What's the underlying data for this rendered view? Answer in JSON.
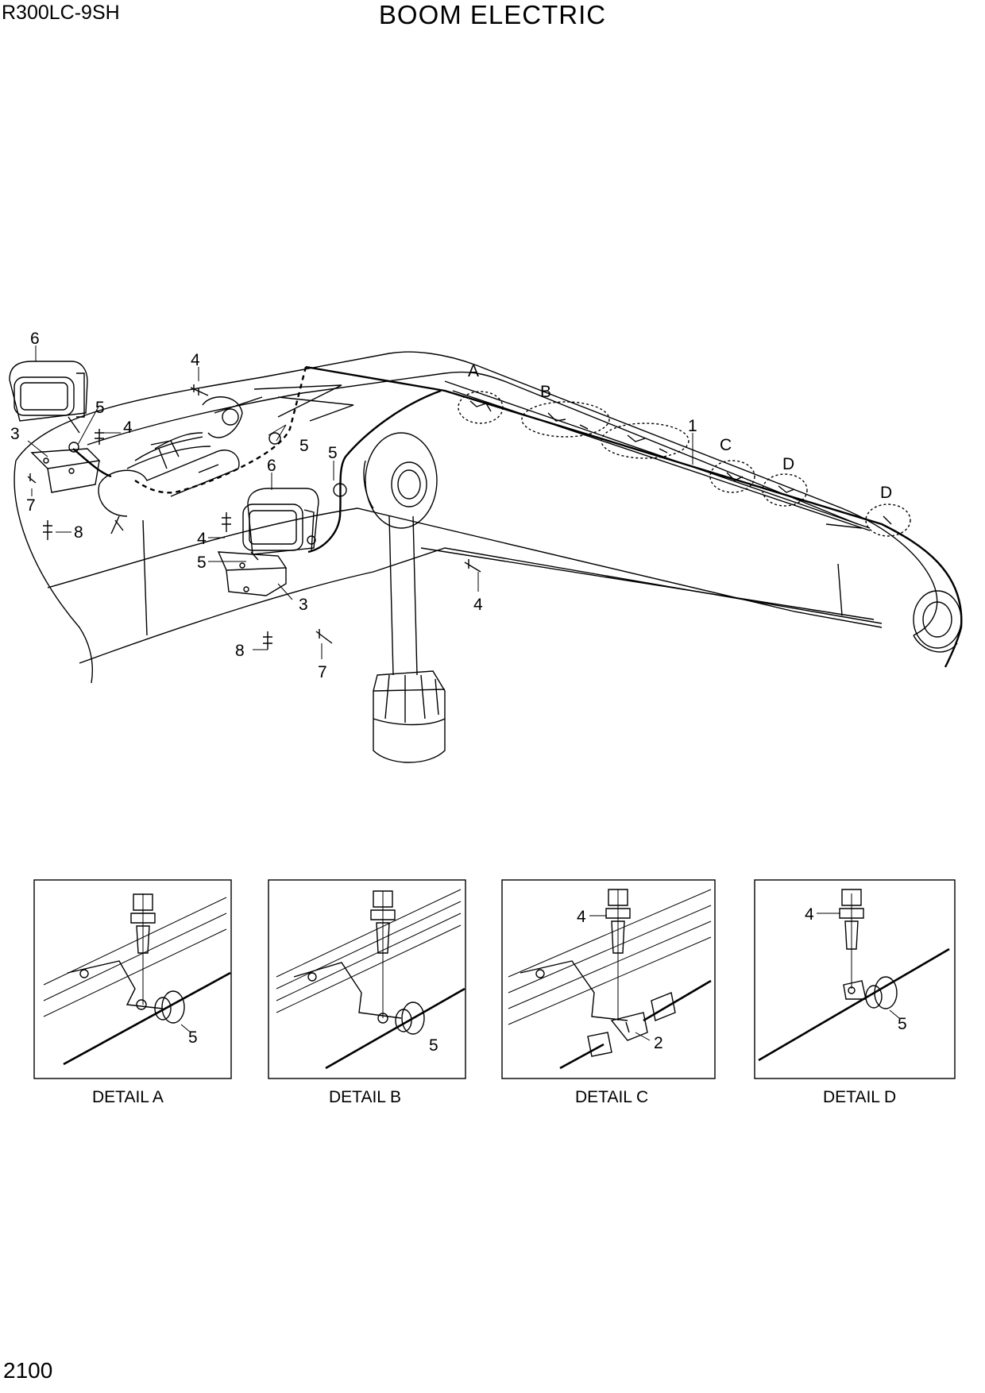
{
  "header": {
    "model": "R300LC-9SH",
    "title": "BOOM ELECTRIC"
  },
  "page_number": "2100",
  "main_callouts": {
    "n6a": "6",
    "n4a": "4",
    "n5a": "5",
    "n3a": "3",
    "n4b": "4",
    "n5b": "5",
    "n7a": "7",
    "n8a": "8",
    "n6b": "6",
    "n5c": "5",
    "n4c": "4",
    "n5d": "5",
    "n3b": "3",
    "n4d": "4",
    "n8b": "8",
    "n7b": "7",
    "n1": "1",
    "detA": "A",
    "detB": "B",
    "detC": "C",
    "detD1": "D",
    "detD2": "D"
  },
  "details": [
    {
      "caption": "DETAIL A",
      "callouts": [
        "5"
      ]
    },
    {
      "caption": "DETAIL B",
      "callouts": [
        "5"
      ]
    },
    {
      "caption": "DETAIL C",
      "callouts": [
        "4",
        "2"
      ]
    },
    {
      "caption": "DETAIL D",
      "callouts": [
        "4",
        "5"
      ]
    }
  ]
}
